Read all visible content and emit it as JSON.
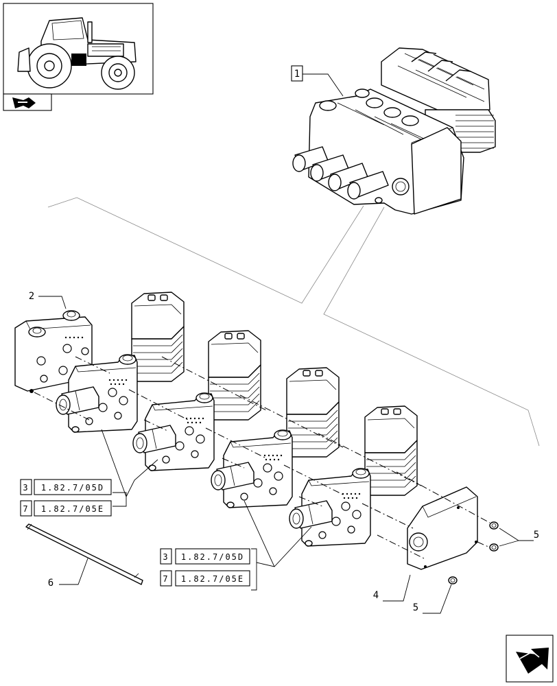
{
  "callouts": {
    "c1": "1",
    "c2": "2",
    "c4": "4",
    "c5a": "5",
    "c5b": "5",
    "c6": "6"
  },
  "ref_group_a": [
    {
      "num": "3",
      "code": "1.82.7/05D"
    },
    {
      "num": "7",
      "code": "1.82.7/05E"
    }
  ],
  "ref_group_b": [
    {
      "num": "3",
      "code": "1.82.7/05D"
    },
    {
      "num": "7",
      "code": "1.82.7/05E"
    }
  ],
  "icons": {
    "thumbnail": "tractor-thumbnail-icon",
    "nav_small": "arrow-nav-icon",
    "nav_large": "next-page-arrow-icon"
  }
}
